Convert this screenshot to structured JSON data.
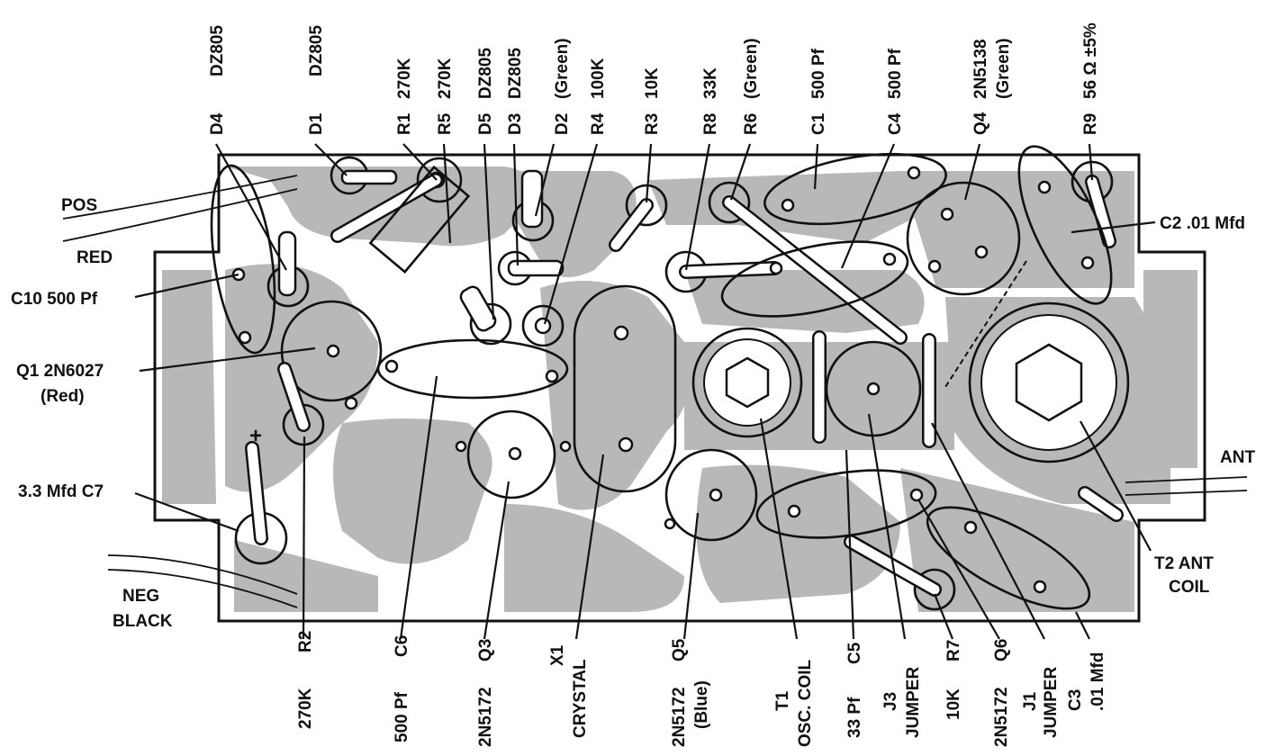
{
  "top_labels": [
    {
      "id": "d4",
      "ref": "D4",
      "value": "DZ805"
    },
    {
      "id": "d1",
      "ref": "D1",
      "value": "DZ805"
    },
    {
      "id": "r1",
      "ref": "R1",
      "value": "270K"
    },
    {
      "id": "r5",
      "ref": "R5",
      "value": "270K"
    },
    {
      "id": "d5",
      "ref": "D5",
      "value": "DZ805"
    },
    {
      "id": "d3",
      "ref": "D3",
      "value": "DZ805"
    },
    {
      "id": "d2",
      "ref": "D2",
      "value": "(Green)"
    },
    {
      "id": "r4",
      "ref": "R4",
      "value": "100K"
    },
    {
      "id": "r3",
      "ref": "R3",
      "value": "10K"
    },
    {
      "id": "r8",
      "ref": "R8",
      "value": "33K"
    },
    {
      "id": "r6",
      "ref": "R6",
      "value": "(Green)"
    },
    {
      "id": "c1",
      "ref": "C1",
      "value": "500 Pf"
    },
    {
      "id": "c4",
      "ref": "C4",
      "value": "500 Pf"
    },
    {
      "id": "q4",
      "ref": "Q4",
      "value": "2N5138",
      "value2": "(Green)"
    },
    {
      "id": "r9",
      "ref": "R9",
      "value": "56 Ω ±5%"
    }
  ],
  "bottom_labels": [
    {
      "id": "r2",
      "line1": "R2",
      "line2": "270K"
    },
    {
      "id": "c6",
      "line1": "C6",
      "line2": "500 Pf"
    },
    {
      "id": "q3",
      "line1": "Q3",
      "line2": "2N5172"
    },
    {
      "id": "x1",
      "line1": "X1",
      "line2": "CRYSTAL"
    },
    {
      "id": "q5",
      "line1": "Q5",
      "line2": "2N5172",
      "line3": "(Blue)"
    },
    {
      "id": "t1",
      "line1": "T1",
      "line2": "OSC. COIL"
    },
    {
      "id": "c5",
      "line1": "C5",
      "line2": "33 Pf"
    },
    {
      "id": "j3",
      "line1": "J3",
      "line2": "JUMPER"
    },
    {
      "id": "r7",
      "line1": "R7",
      "line2": "10K"
    },
    {
      "id": "q6",
      "line1": "Q6",
      "line2": "2N5172"
    },
    {
      "id": "j1",
      "line1": "J1",
      "line2": "JUMPER"
    },
    {
      "id": "c3",
      "line1": "C3",
      "line2": ".01 Mfd"
    }
  ],
  "side_labels": {
    "pos": "POS",
    "red": "RED",
    "c10": "C10  500 Pf",
    "q1": "Q1   2N6027",
    "q1_color": "(Red)",
    "c7": "3.3 Mfd   C7",
    "neg": "NEG",
    "black": "BLACK",
    "c2": "C2 .01 Mfd",
    "ant": "ANT",
    "t2_line1": "T2 ANT",
    "t2_line2": "COIL",
    "plus": "+"
  }
}
